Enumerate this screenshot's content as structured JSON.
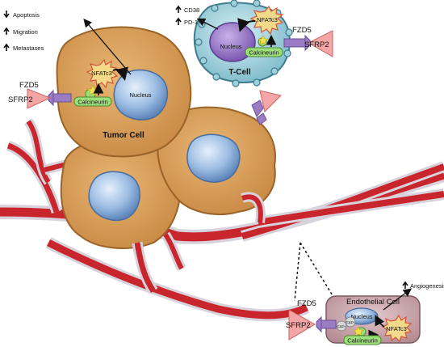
{
  "tumor": {
    "effects": [
      "Apoptosis",
      "Migration",
      "Metastases"
    ],
    "nucleus": "Nucleus",
    "nfat": "NFATc3",
    "calcineurin": "Calcineurin",
    "fzd": "FZD5",
    "sfrp": "SFRP2",
    "name": "Tumor Cell"
  },
  "tcell": {
    "effects": [
      "CD38",
      "PD-1"
    ],
    "nucleus": "Nucleus",
    "nfat": "NFATc3",
    "calcineurin": "Calcineurin",
    "fzd": "FZD5",
    "sfrp": "SFRP2",
    "name": "T-Cell"
  },
  "endo": {
    "name": "Endothelial Cell",
    "effect": "Angiogenesis",
    "nucleus": "Nucleus",
    "ca": [
      "Ca2+",
      "Ca2+"
    ],
    "nfat": "NFATc3",
    "calcineurin": "Calcineurin",
    "fzd": "FZD5",
    "sfrp": "SFRP2"
  },
  "colors": {
    "vessel": "#c8252c",
    "vessel_wall": "#d8d2dc",
    "tumor": "#d9a05a",
    "nucleus": "#8fb6e0",
    "tcell": "#9fd0dc",
    "tcell_nucleus": "#9a78c8",
    "endo_cell": "#c9a2a8",
    "calcineurin": "#9be07a",
    "sfrp": "#f4a6a6",
    "fzd": "#9a7cc4",
    "nfat_burst": "#f3d98a"
  }
}
